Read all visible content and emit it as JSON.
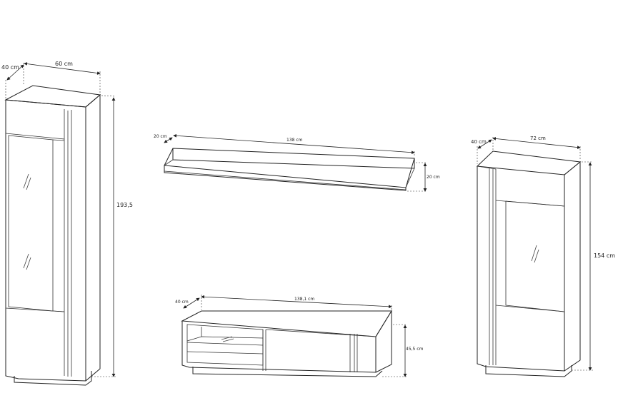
{
  "labels": {
    "tall_depth": "40 cm",
    "tall_width": "60 cm",
    "tall_height": "193,5",
    "shelf_depth": "20 cm",
    "shelf_width": "138 cm",
    "shelf_height": "20 cm",
    "tv_depth": "40 cm",
    "tv_width": "138,1 cm",
    "tv_height": "45,5 cm",
    "vit_depth": "40 cm",
    "vit_width": "72 cm",
    "vit_height": "154 cm"
  }
}
